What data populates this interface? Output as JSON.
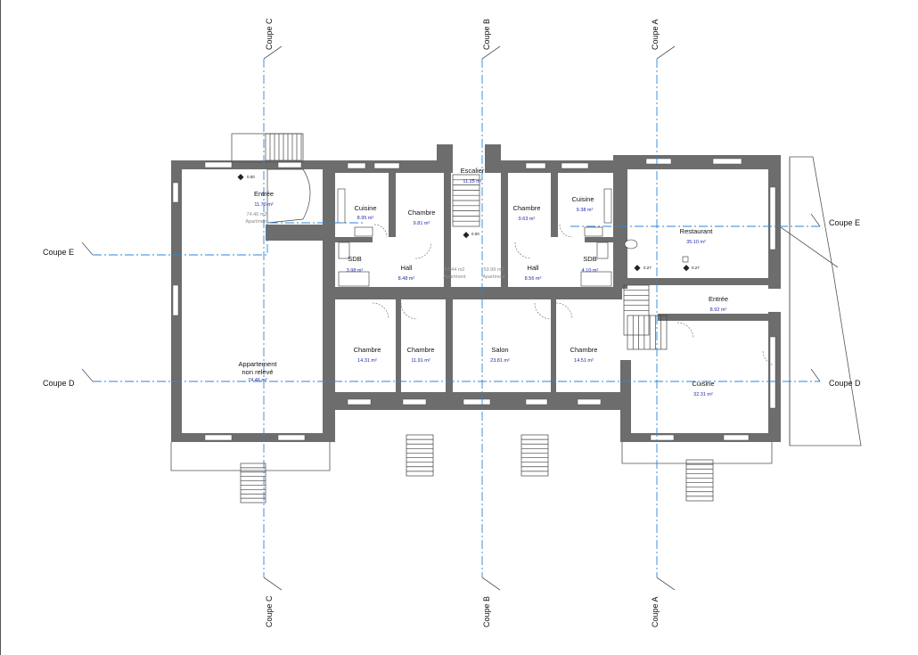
{
  "sections": {
    "coupe_a": "Coupe A",
    "coupe_b": "Coupe B",
    "coupe_c": "Coupe C",
    "coupe_d": "Coupe D",
    "coupe_e": "Coupe E"
  },
  "rooms": {
    "entree_left": {
      "name": "Entrée",
      "area": "11.70 m²"
    },
    "appartement": {
      "name": "Appartement",
      "name2": "non relevé",
      "area": "74.46 m²"
    },
    "cuisine_left": {
      "name": "Cuisine",
      "area": "8.95 m²"
    },
    "sdb_left": {
      "name": "SDB",
      "area": "3.98 m²"
    },
    "chambre_1": {
      "name": "Chambre",
      "area": "9.81 m²"
    },
    "hall_left": {
      "name": "Hall",
      "area": "8.48 m²"
    },
    "escalier": {
      "name": "Escalier",
      "area": "11.25 m²"
    },
    "chambre_2": {
      "name": "Chambre",
      "area": "9.63 m²"
    },
    "cuisine_mid": {
      "name": "Cuisine",
      "area": "9.38 m²"
    },
    "sdb_right": {
      "name": "SDB",
      "area": "4.10 m²"
    },
    "hall_right": {
      "name": "Hall",
      "area": "8.56 m²"
    },
    "restaurant": {
      "name": "Restaurant",
      "area": "35.10 m²"
    },
    "entree_right": {
      "name": "Entrée",
      "area": "8.92 m²"
    },
    "chambre_3": {
      "name": "Chambre",
      "area": "14.31 m²"
    },
    "chambre_4": {
      "name": "Chambre",
      "area": "11.91 m²"
    },
    "salon": {
      "name": "Salon",
      "area": "23.81 m²"
    },
    "chambre_5": {
      "name": "Chambre",
      "area": "14.51 m²"
    },
    "cuisine_right": {
      "name": "Cuisine",
      "area": "32.31 m²"
    }
  },
  "apartments": {
    "apt_1": {
      "area": "74.46 m2",
      "label": "Apartment"
    },
    "apt_2": {
      "area": "57.44 m2",
      "label": "Apartment"
    },
    "apt_3": {
      "area": "59.99 m2",
      "label": "Apartment"
    }
  },
  "levels": {
    "entree_level": "0.00",
    "escalier_level": "0.00",
    "restaurant_level_1": "0.27",
    "restaurant_level_2": "0.27"
  },
  "colors": {
    "wall": "#6d6d6d",
    "section_line": "#2f86d6",
    "area_text": "#1f2aa8",
    "apartment_text": "#8a8a8a"
  }
}
